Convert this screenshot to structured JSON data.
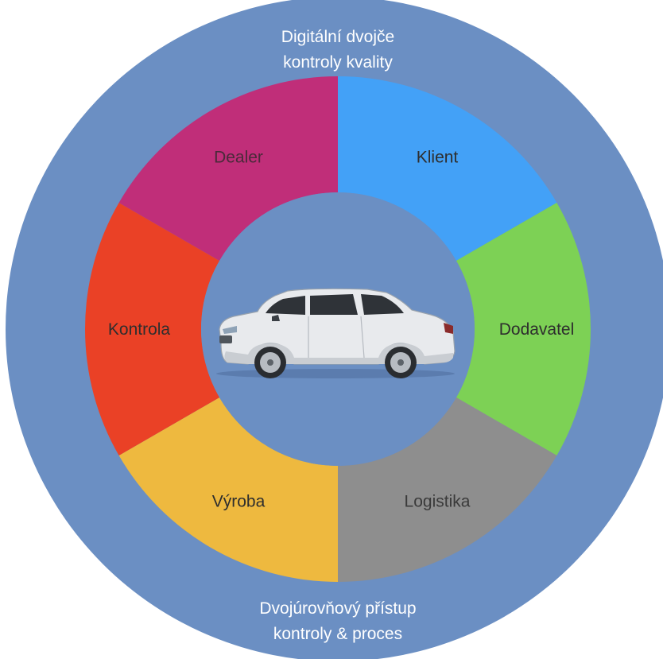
{
  "outer_ring": {
    "top_text": [
      "Digitální dvojče",
      "kontroly kvality"
    ],
    "bottom_text": [
      "Dvojúrovňový přístup",
      "kontroly & proces"
    ],
    "color": "#6b8fc3"
  },
  "hub": {
    "color": "#6b8fc3",
    "image": "car-station-wagon-white"
  },
  "segments": [
    {
      "label": "Klient",
      "color": "#43a1f7",
      "text_color": "#2e2e2e"
    },
    {
      "label": "Dodavatel",
      "color": "#7dd155",
      "text_color": "#2e2e2e"
    },
    {
      "label": "Logistika",
      "color": "#8e8e8e",
      "text_color": "#3a3a3a"
    },
    {
      "label": "Výroba",
      "color": "#eeb93f",
      "text_color": "#2e2e2e"
    },
    {
      "label": "Kontrola",
      "color": "#ea4126",
      "text_color": "#2e2e2e"
    },
    {
      "label": "Dealer",
      "color": "#c02e79",
      "text_color": "#4a2a3a"
    }
  ]
}
